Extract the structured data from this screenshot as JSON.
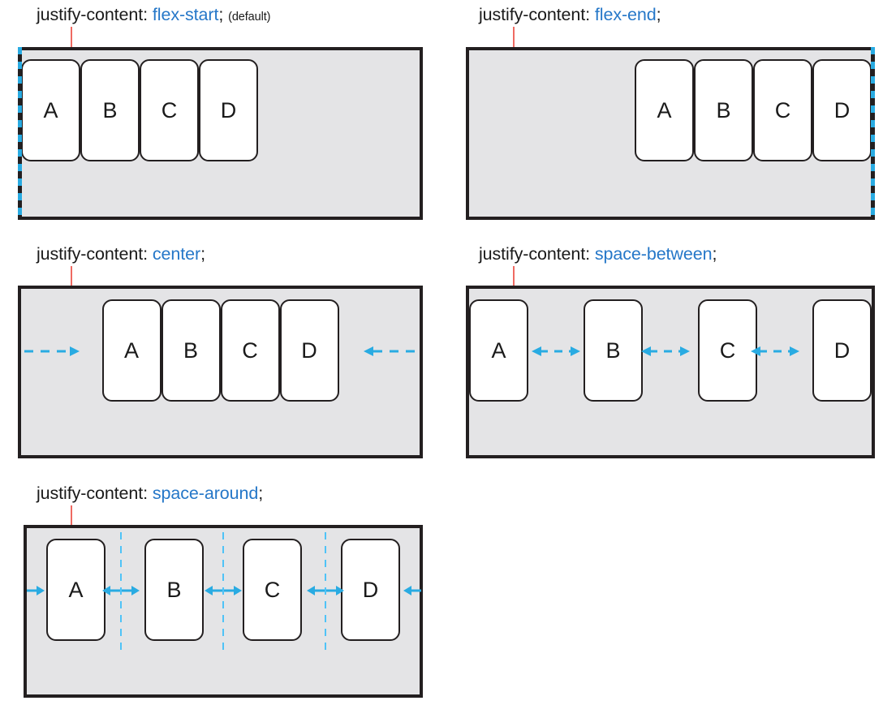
{
  "diagram": {
    "title_prefix": "justify-content:",
    "item_labels": [
      "A",
      "B",
      "C",
      "D"
    ],
    "colors": {
      "value_text": "#2577c8",
      "property_text": "#1a1a1a",
      "container_fill": "#e4e4e6",
      "container_border": "#231f20",
      "item_fill": "#ffffff",
      "item_border": "#231f20",
      "annotation": "#29abe2",
      "tick": "#ef6a62"
    }
  },
  "panels": [
    {
      "id": "flex-start",
      "prop": "justify-content:",
      "value": "flex-start",
      "semicolon": ";",
      "note": "(default)",
      "items": [
        "A",
        "B",
        "C",
        "D"
      ]
    },
    {
      "id": "flex-end",
      "prop": "justify-content:",
      "value": "flex-end",
      "semicolon": ";",
      "note": "",
      "items": [
        "A",
        "B",
        "C",
        "D"
      ]
    },
    {
      "id": "center",
      "prop": "justify-content:",
      "value": "center",
      "semicolon": ";",
      "note": "",
      "items": [
        "A",
        "B",
        "C",
        "D"
      ]
    },
    {
      "id": "space-between",
      "prop": "justify-content:",
      "value": "space-between",
      "semicolon": ";",
      "note": "",
      "items": [
        "A",
        "B",
        "C",
        "D"
      ]
    },
    {
      "id": "space-around",
      "prop": "justify-content:",
      "value": "space-around",
      "semicolon": ";",
      "note": "",
      "items": [
        "A",
        "B",
        "C",
        "D"
      ]
    }
  ]
}
